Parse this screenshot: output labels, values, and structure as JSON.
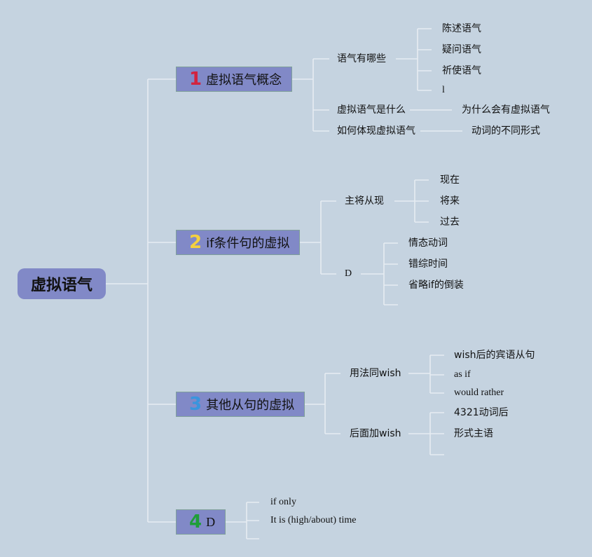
{
  "root": "虚拟语气",
  "branches": [
    {
      "num": "1",
      "label": "虚拟语气概念",
      "children": [
        {
          "label": "语气有哪些",
          "children": [
            "陈述语气",
            "疑问语气",
            "祈使语气",
            "l"
          ]
        },
        {
          "label": "虚拟语气是什么",
          "children": [
            "为什么会有虚拟语气"
          ]
        },
        {
          "label": "如何体现虚拟语气",
          "children": [
            "动词的不同形式"
          ]
        }
      ]
    },
    {
      "num": "2",
      "label": "if条件句的虚拟",
      "children": [
        {
          "label": "主将从现",
          "children": [
            "现在",
            "将来",
            "过去"
          ]
        },
        {
          "label": "D",
          "children": [
            "情态动词",
            "错综时间",
            "省略if的倒装"
          ]
        }
      ]
    },
    {
      "num": "3",
      "label": "其他从句的虚拟",
      "children": [
        {
          "label": "用法同wish",
          "children": [
            "wish后的宾语从句",
            "as if",
            "would rather"
          ]
        },
        {
          "label": "后面加wish",
          "children": [
            "4321动词后",
            "形式主语"
          ]
        }
      ]
    },
    {
      "num": "4",
      "label": "D",
      "children": [
        {
          "label": "if only"
        },
        {
          "label": "It is (high/about) time"
        }
      ]
    }
  ]
}
